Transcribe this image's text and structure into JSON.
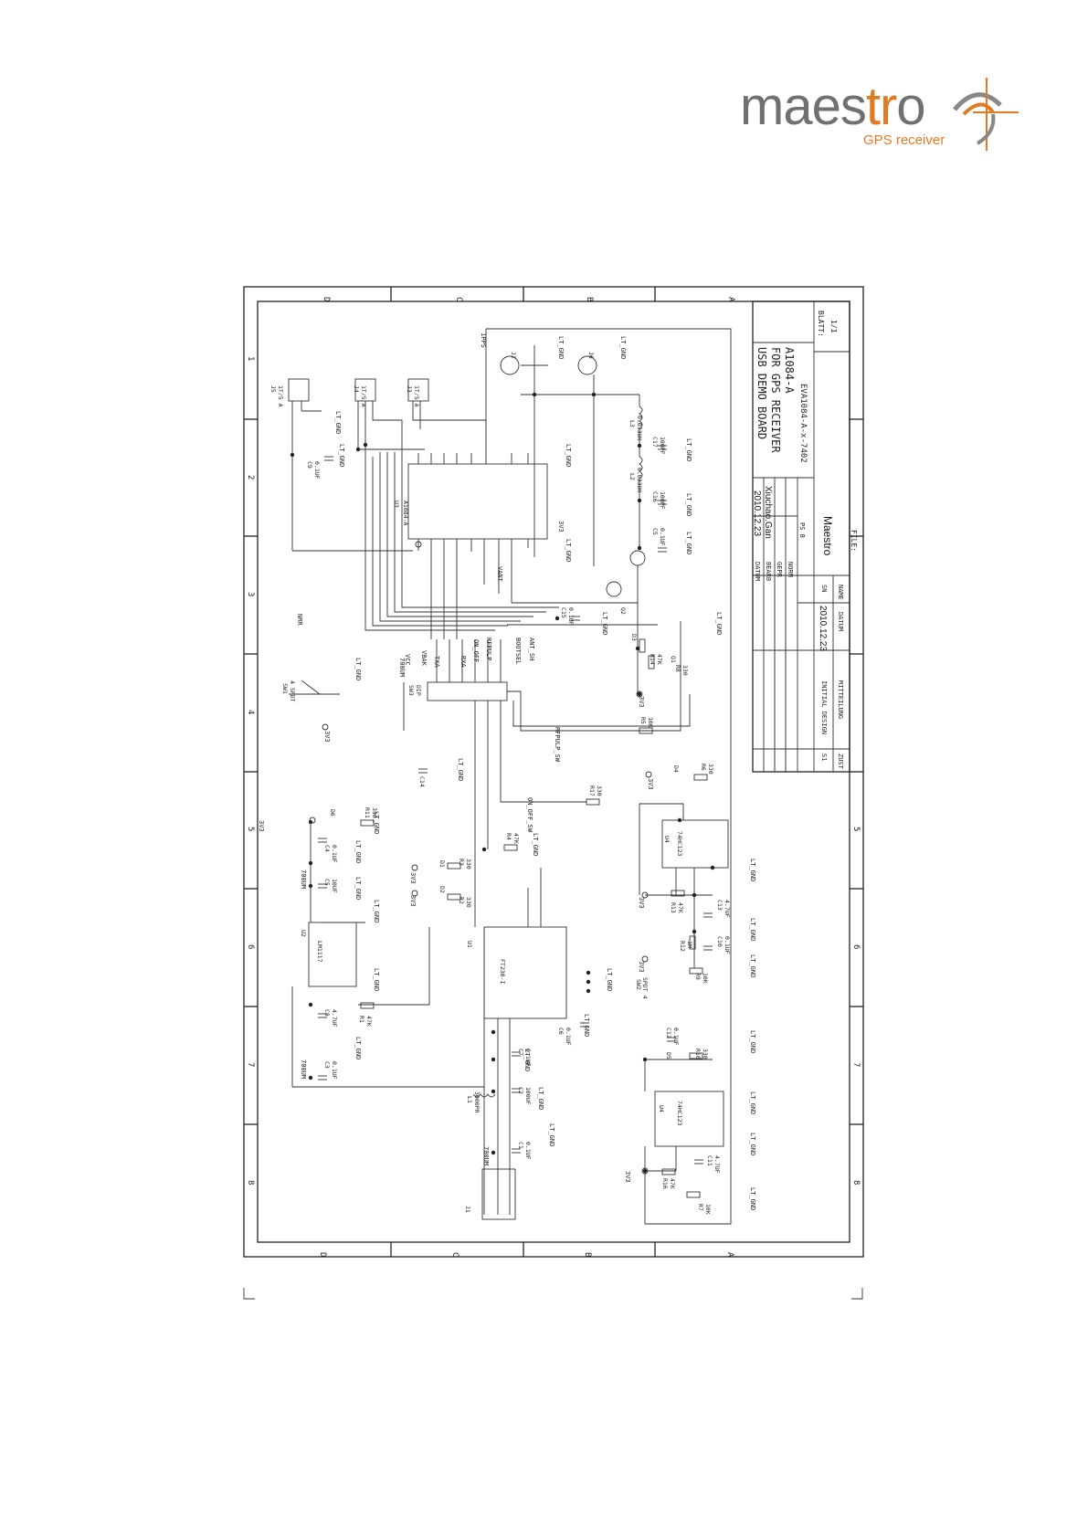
{
  "logo": {
    "brand_prefix": "maes",
    "brand_accent": "tr",
    "brand_suffix": "o",
    "tagline": "GPS receiver",
    "color_gray": "#707070",
    "color_orange": "#e07b24"
  },
  "frame": {
    "row_letters": [
      "D",
      "C",
      "B",
      "A"
    ],
    "col_numbers": [
      "1",
      "2",
      "3",
      "4",
      "5",
      "6",
      "7",
      "8"
    ]
  },
  "title_block": {
    "title_line1": "USB DEMO BOARD",
    "title_line2": "FOR GPS RECEIVER",
    "title_line3": "A1084-A",
    "doc_number": "EVA1084-A-x-7402",
    "blatt_label": "BLATT:",
    "blatt_value": "1/1",
    "datum_label": "DATUM",
    "datum_value": "2010.12.23",
    "bearb_label": "BEARB",
    "bearb_value": "Xiuchao.Gan",
    "gepr_label": "GEPR",
    "norm_label": "NORM",
    "ps_label": "PS B",
    "company": "Maestro",
    "file_label": "FILE:",
    "name_label": "NAME",
    "sn_label": "SN",
    "rev_datum_label": "DATUM",
    "rev_datum_value": "2010.12.23",
    "rev_index": "S1",
    "rev_text": "INITIAL DESIGN",
    "zust_label": "ZUST",
    "mitteilung_label": "MITTEILUNG"
  },
  "labels": {
    "u3": "U3",
    "u3_part": "A1084-A",
    "u1": "U1",
    "u1_part": "FT230-I",
    "u2": "U2",
    "u2_part": "LM1117",
    "u4a": "U4",
    "u4a_part": "74HC123",
    "u4b": "U4",
    "u4b_part": "74HC123",
    "sw1": "SW1",
    "sw1_type": "4 SPDT",
    "sw2": "SW2",
    "sw2_type": "SPDT 4",
    "sw3": "SW3",
    "sw3_type": "DIP",
    "j1": "J1",
    "j2": "J2",
    "j3": "J3",
    "j4": "J4",
    "j5": "J5",
    "j6": "J6",
    "l1": "L1",
    "l1_val": "3000PR",
    "l2": "L2",
    "l2_val": "0.033UH",
    "l3": "L3",
    "l3_val": "0.033UH",
    "q1": "Q1",
    "q2": "Q2",
    "c17": "C17",
    "c17_val": "100PF",
    "c16": "C16",
    "c16_val": "100PF",
    "c5a": "C5",
    "c5a_val": "0.1UF",
    "c15": "C15",
    "c15_val": "0.1UF",
    "c14": "C14",
    "c9": "C9",
    "c9_val": "0.1UF",
    "c4": "C4",
    "c4_val": "0.1UF",
    "c5b": "C5",
    "c5b_val": "10UF",
    "c8": "C8",
    "c8_val": "4.7UF",
    "c3": "C3",
    "c3_val": "0.1UF",
    "c7": "C7",
    "c7_val": "0.1UF",
    "c2": "C2",
    "c2_val": "100UF",
    "c1": "C1",
    "c1_val": "0.1UF",
    "c6": "C6",
    "c6_val": "0.1UF",
    "c12": "C12",
    "c12_val": "0.1UF",
    "c11": "C11",
    "c11_val": "4.7UF",
    "c13": "C13",
    "c13_val": "4.7UF",
    "c10": "C10",
    "c10_val": "0.1UF",
    "r1": "R1",
    "r1_val": "47K",
    "r2": "R2",
    "r2_val": "330",
    "r3": "R3",
    "r3_val": "330",
    "r4": "R4",
    "r4_val": "47K",
    "r5": "R5",
    "r5_val": "10K",
    "r6": "R6",
    "r6_val": "330",
    "r7": "R7",
    "r7_val": "10K",
    "r8": "R8",
    "r8_val": "330",
    "r9": "R9",
    "r9_val": "10K",
    "r10": "R10",
    "r10_val": "330",
    "r11": "R11",
    "r11_val": "330",
    "r12": "R12",
    "r12_val": "1M",
    "r13": "R13",
    "r13_val": "47K",
    "r14": "R14",
    "r14_val": "47K",
    "r16": "R16",
    "r16_val": "47K",
    "r17": "R17",
    "r17_val": "330",
    "d1": "D1",
    "d2": "D2",
    "d3": "D3",
    "d4": "D4",
    "d5": "D5",
    "d6": "D6",
    "gnd": "LT_GND",
    "v3v3": "3V3",
    "v700um": "700UM",
    "net_vcc": "VCC",
    "net_vbak": "VBAK",
    "net_txa": "TXA",
    "net_rxa": "RXA",
    "net_onoff": "ON_OFF",
    "net_rfpulp": "RFPULP",
    "net_bootsel": "BOOTSEL",
    "net_antsh": "ANT_SH",
    "net_1pps": "1PPS",
    "net_nrr": "NRR",
    "net_rfpulp_sw": "RFPULP_SW",
    "net_onoff_sw": "ON_OFF_SW",
    "net_vant": "VANT",
    "j5_type": "1T/5 A",
    "j4_type": "1T/5 A",
    "j3_type": "1T/5 A"
  }
}
